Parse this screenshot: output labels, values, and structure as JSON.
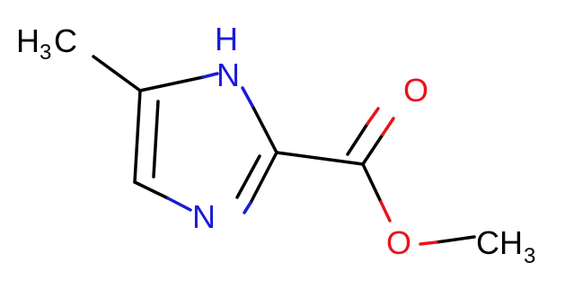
{
  "molecule": {
    "atoms": {
      "methyl_top": {
        "main": "H",
        "sub": "3",
        "tail": "C"
      },
      "nh": {
        "text": "H"
      },
      "n_ring": {
        "text": "N"
      },
      "nh_n": {
        "text": "N"
      },
      "o_carbonyl": {
        "text": "O"
      },
      "o_ester": {
        "text": "O"
      },
      "methyl_bottom": {
        "main": "CH",
        "sub": "3"
      }
    },
    "colors": {
      "bond": "#000000",
      "nitrogen": "#1b1bd8",
      "oxygen": "#e8141b",
      "carbon": "#000000"
    }
  }
}
